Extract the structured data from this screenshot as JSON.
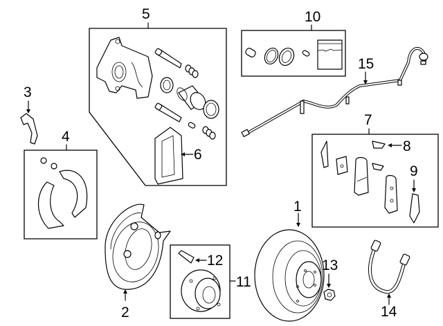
{
  "diagram": {
    "title": "Rear Brake Components",
    "callouts": [
      {
        "id": "1",
        "label": "1",
        "part": "rotor"
      },
      {
        "id": "2",
        "label": "2",
        "part": "splash-shield"
      },
      {
        "id": "3",
        "label": "3",
        "part": "lever"
      },
      {
        "id": "4",
        "label": "4",
        "part": "parking-brake-shoes"
      },
      {
        "id": "5",
        "label": "5",
        "part": "caliper-assembly"
      },
      {
        "id": "6",
        "label": "6",
        "part": "caliper-support"
      },
      {
        "id": "7",
        "label": "7",
        "part": "brake-pads-kit"
      },
      {
        "id": "8",
        "label": "8",
        "part": "pad-clip"
      },
      {
        "id": "9",
        "label": "9",
        "part": "pad-shim"
      },
      {
        "id": "10",
        "label": "10",
        "part": "caliper-repair-kit"
      },
      {
        "id": "11",
        "label": "11",
        "part": "hub-assembly"
      },
      {
        "id": "12",
        "label": "12",
        "part": "wheel-stud"
      },
      {
        "id": "13",
        "label": "13",
        "part": "hub-nut"
      },
      {
        "id": "14",
        "label": "14",
        "part": "brake-hose"
      },
      {
        "id": "15",
        "label": "15",
        "part": "abs-sensor"
      }
    ]
  }
}
